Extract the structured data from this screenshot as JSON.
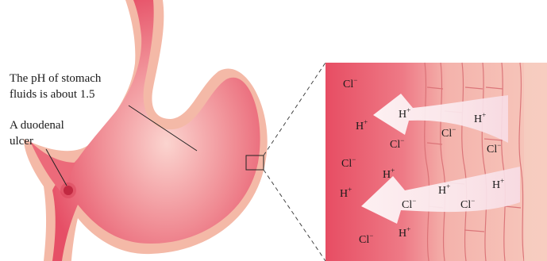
{
  "labels": {
    "ph_line1": "The pH of stomach",
    "ph_line2": "fluids is about 1.5",
    "ulcer_line1": "A duodenal",
    "ulcer_line2": "ulcer"
  },
  "ions": {
    "cl": "Cl",
    "h": "H",
    "minus": "−",
    "plus": "+"
  },
  "colors": {
    "stomach_outer": "#f3b6a4",
    "stomach_inner": "#e9576a",
    "lumen_deep": "#e8566b",
    "wall_light": "#f6c7bd",
    "arrow_fill": "#fbeaf0"
  }
}
